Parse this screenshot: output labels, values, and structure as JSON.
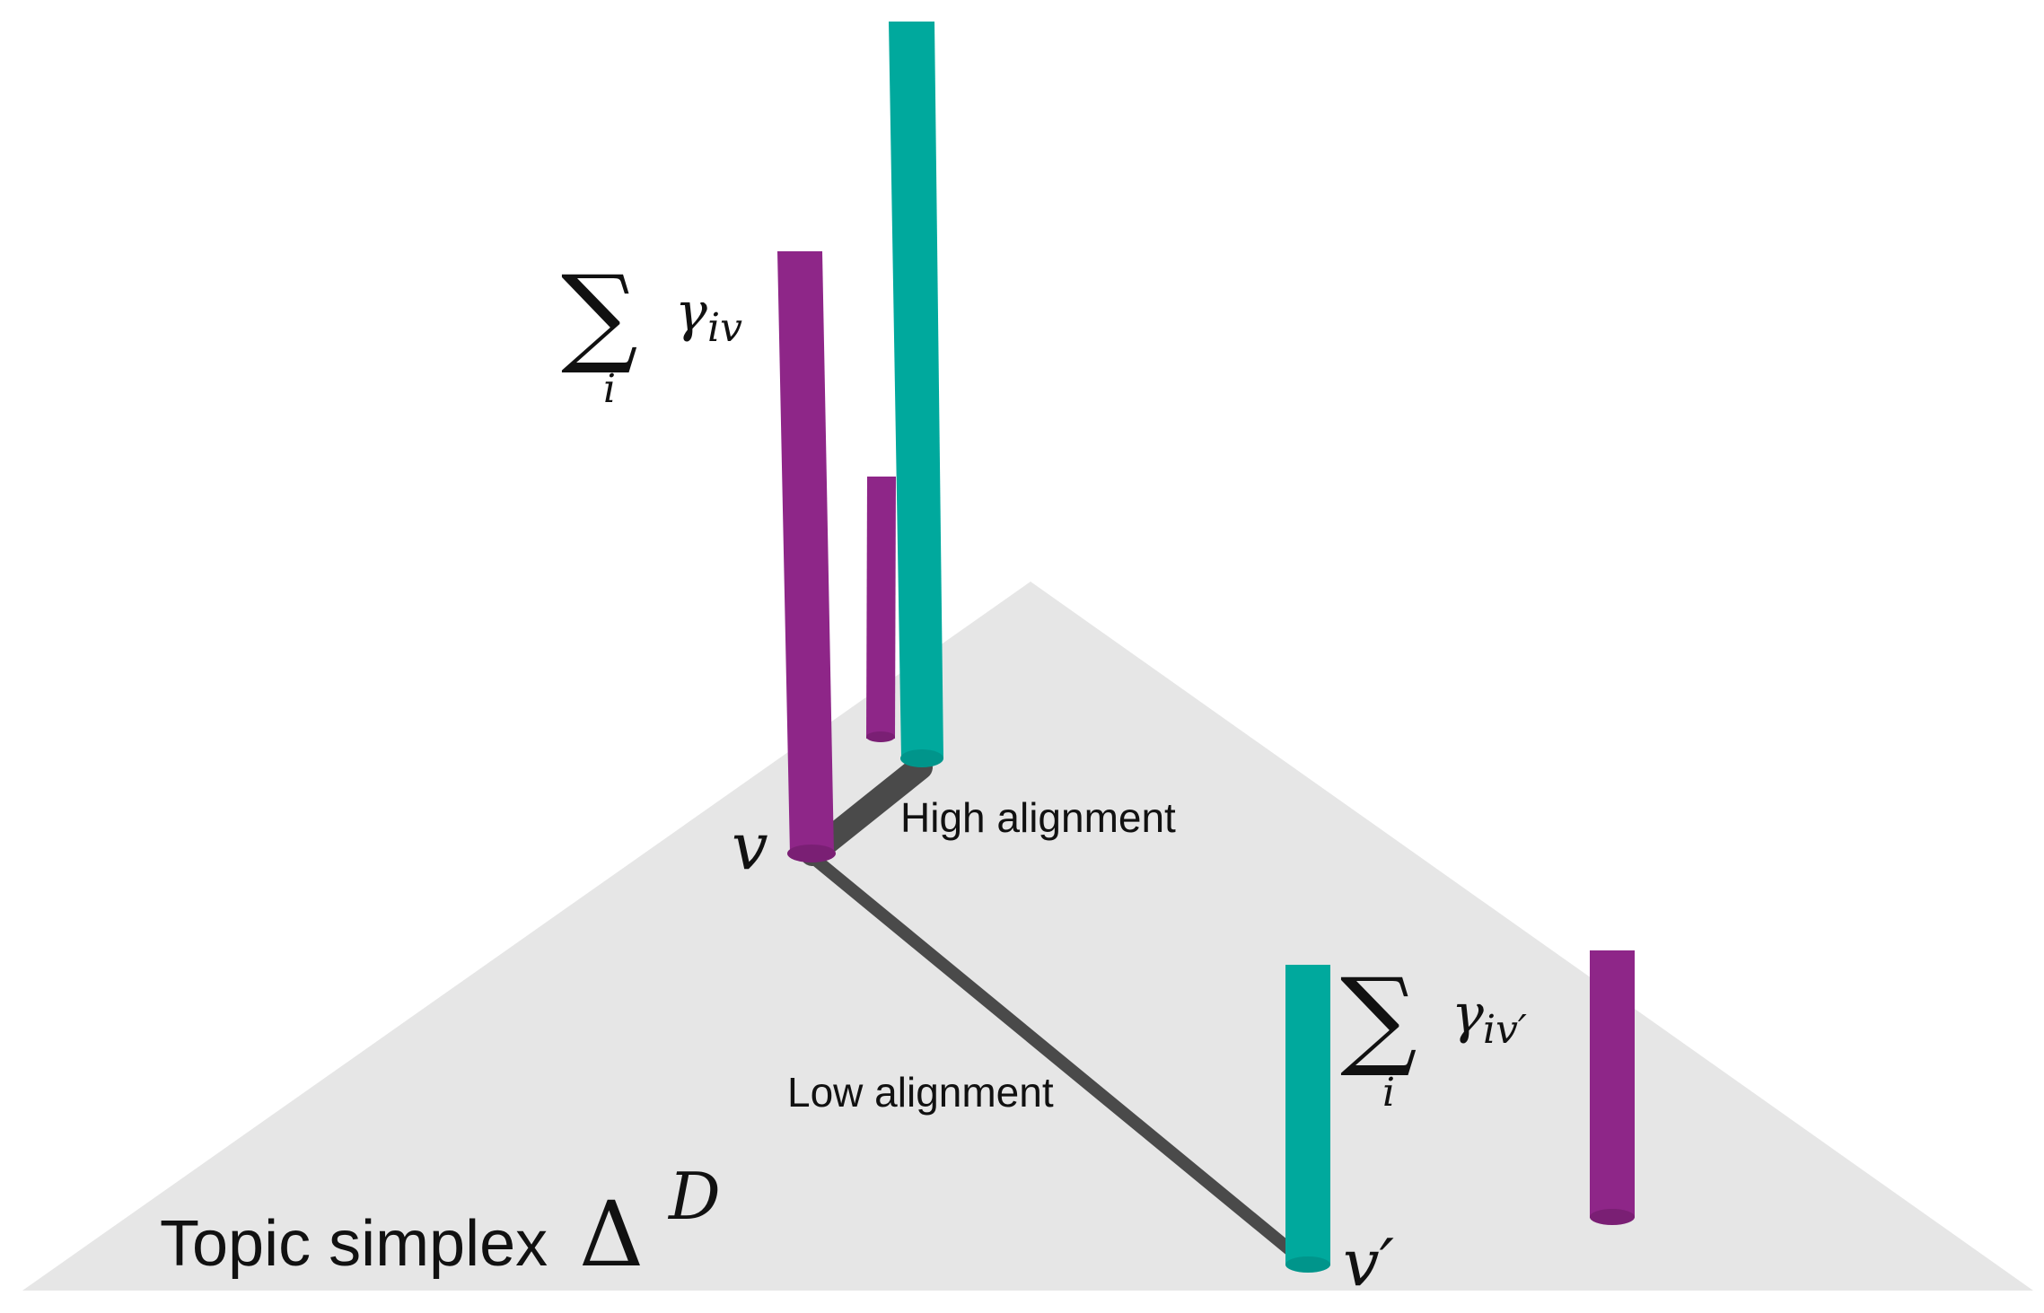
{
  "title": "Topic simplex",
  "simplex_symbol": "Δ",
  "simplex_superscript": "D",
  "node_v": "v",
  "node_v_prime": "v′",
  "sum_symbol": "∑",
  "sum_index": "i",
  "gamma": "γ",
  "label_v_subscript": "iv",
  "label_vprime_subscript": "iv′",
  "high_alignment_label": "High alignment",
  "low_alignment_label": "Low alignment",
  "colors": {
    "simplex_fill": "#e6e6e6",
    "purple_bar": "#8e2688",
    "teal_bar": "#00a99d",
    "connector": "#4a4a4a"
  },
  "bars": [
    {
      "name": "v-purple-bar",
      "color_key": "purple_bar"
    },
    {
      "name": "v-small-purple-bar",
      "color_key": "purple_bar"
    },
    {
      "name": "v-teal-bar",
      "color_key": "teal_bar"
    },
    {
      "name": "vprime-teal-bar",
      "color_key": "teal_bar"
    },
    {
      "name": "vprime-purple-bar",
      "color_key": "purple_bar"
    }
  ]
}
